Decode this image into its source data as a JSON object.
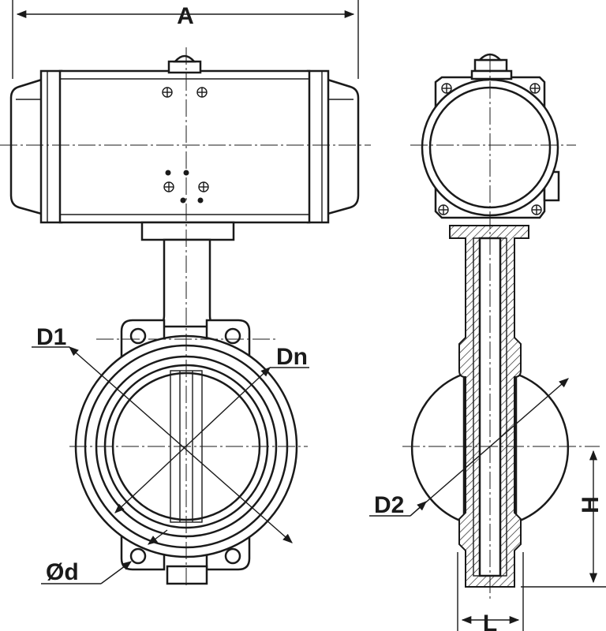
{
  "labels": {
    "a": "A",
    "d1": "D1",
    "dn": "Dn",
    "d2": "D2",
    "h": "H",
    "l": "L",
    "d": "Ød"
  },
  "colors": {
    "ink": "#1a1a1a",
    "paper": "#ffffff"
  },
  "icons": {
    "bolt": "cross-bolt-icon"
  }
}
